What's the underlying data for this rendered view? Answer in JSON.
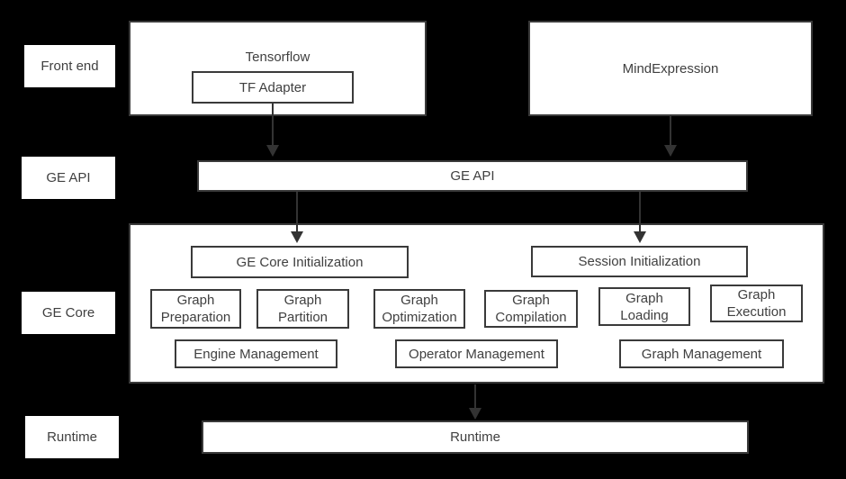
{
  "colors": {
    "background": "#000000",
    "box_fill": "#ffffff",
    "box_border": "#3a3a3a",
    "text": "#404040",
    "arrow": "#333333"
  },
  "side_labels": [
    {
      "label": "Front end"
    },
    {
      "label": "GE API"
    },
    {
      "label": "GE Core"
    },
    {
      "label": "Runtime"
    }
  ],
  "front_end": {
    "tensorflow_title": "Tensorflow",
    "tf_adapter_label": "TF Adapter",
    "mindexpression_title": "MindExpression"
  },
  "ge_api_bar": {
    "label": "GE API"
  },
  "ge_core": {
    "initialization_boxes": [
      {
        "label": "GE Core Initialization"
      },
      {
        "label": "Session Initialization"
      }
    ],
    "stage_boxes": [
      {
        "label": "Graph Preparation"
      },
      {
        "label": "Graph Partition"
      },
      {
        "label": "Graph Optimization"
      },
      {
        "label": "Graph Compilation"
      },
      {
        "label": "Graph Loading"
      },
      {
        "label": "Graph Execution"
      }
    ],
    "management_boxes": [
      {
        "label": "Engine Management"
      },
      {
        "label": "Operator Management"
      },
      {
        "label": "Graph Management"
      }
    ]
  },
  "runtime_bar": {
    "label": "Runtime"
  }
}
